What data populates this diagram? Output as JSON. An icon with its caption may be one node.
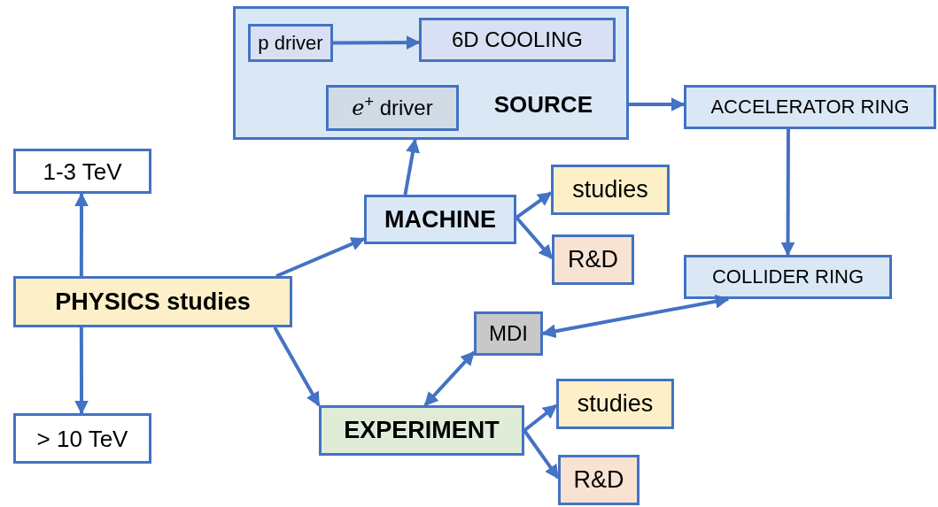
{
  "diagram": {
    "nodes": [
      {
        "text": [
          "SOURCE"
        ]
      },
      {
        "text": [
          "p driver"
        ],
        "in": 0
      },
      {
        "text": [
          "6D COOLING"
        ],
        "in": 0
      },
      {
        "text": [
          "*e*$^{+}$ driver"
        ],
        "in": 0
      },
      {
        "text": [
          "ACCELERATOR RING"
        ]
      },
      {
        "text": [
          "1-3 TeV"
        ]
      },
      {
        "text": [
          "MACHINE"
        ]
      },
      {
        "text": [
          "studies"
        ]
      },
      {
        "text": [
          "R&D"
        ]
      },
      {
        "text": [
          "COLLIDER RING"
        ]
      },
      {
        "text": [
          "PHYSICS studies"
        ]
      },
      {
        "text": [
          "MDI"
        ]
      },
      {
        "text": [
          "studies"
        ]
      },
      {
        "text": [
          "EXPERIMENT"
        ]
      },
      {
        "text": [
          "> 10 TeV"
        ]
      },
      {
        "text": [
          "R&D"
        ]
      }
    ],
    "edges": [
      {
        "from": 1,
        "to": 2,
        "arrow": "to"
      },
      {
        "from": 6,
        "to": 0,
        "arrow": "to"
      },
      {
        "from": 0,
        "to": 4,
        "arrow": "to"
      },
      {
        "from": 4,
        "to": 9,
        "arrow": "to"
      },
      {
        "from": 10,
        "to": 5,
        "arrow": "to"
      },
      {
        "from": 10,
        "to": 14,
        "arrow": "to"
      },
      {
        "from": 10,
        "to": 6,
        "arrow": "to"
      },
      {
        "from": 10,
        "to": 13,
        "arrow": "to"
      },
      {
        "from": 6,
        "to": 7,
        "arrow": "to"
      },
      {
        "from": 6,
        "to": 8,
        "arrow": "to"
      },
      {
        "from": 9,
        "to": 11,
        "arrow": "both"
      },
      {
        "from": 11,
        "to": 13,
        "arrow": "both"
      },
      {
        "from": 13,
        "to": 12,
        "arrow": "to"
      },
      {
        "from": 13,
        "to": 15,
        "arrow": "to"
      }
    ]
  }
}
